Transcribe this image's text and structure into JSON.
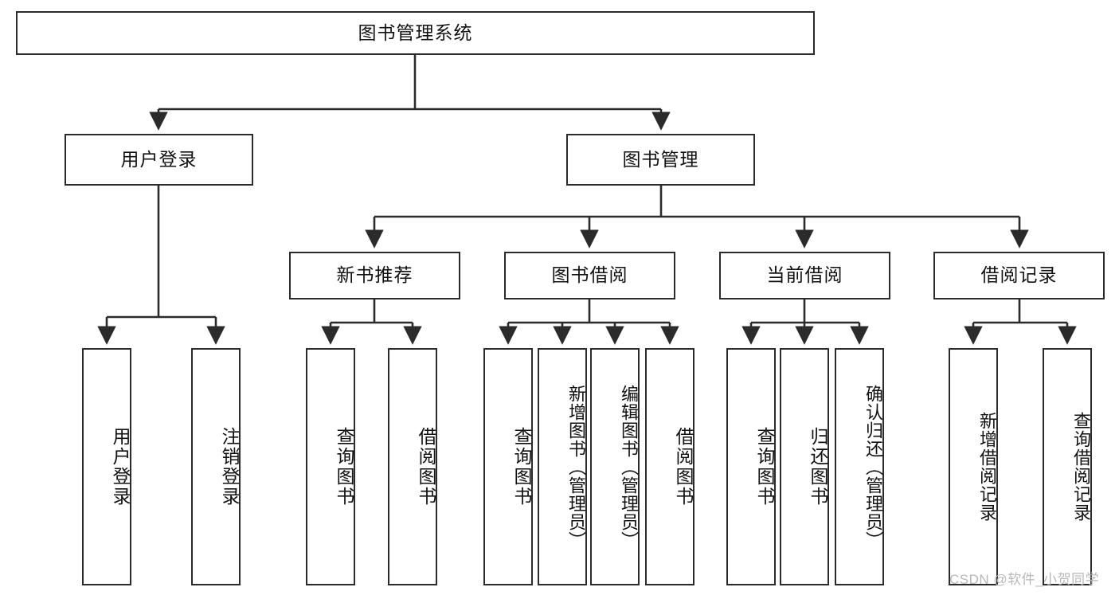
{
  "diagram": {
    "title": "图书管理系统",
    "style": {
      "box_border_color": "#2b2b2b",
      "box_fill": "#ffffff",
      "line_color": "#2b2b2b",
      "text_color": "#111111",
      "background": "#ffffff"
    },
    "levels": {
      "root": {
        "label": "图书管理系统"
      },
      "level2": [
        {
          "label": "用户登录"
        },
        {
          "label": "图书管理"
        }
      ],
      "level3": [
        {
          "label": "新书推荐"
        },
        {
          "label": "图书借阅"
        },
        {
          "label": "当前借阅"
        },
        {
          "label": "借阅记录"
        }
      ],
      "leaves": {
        "user_login": [
          {
            "label": "用户登录"
          },
          {
            "label": "注销登录"
          }
        ],
        "new_book_recommend": [
          {
            "label": "查询图书"
          },
          {
            "label": "借阅图书"
          }
        ],
        "book_borrow": [
          {
            "label": "查询图书"
          },
          {
            "label": "新增图书（管理员）"
          },
          {
            "label": "编辑图书（管理员）"
          },
          {
            "label": "借阅图书"
          }
        ],
        "current_borrow": [
          {
            "label": "查询图书"
          },
          {
            "label": "归还图书"
          },
          {
            "label": "确认归还（管理员）"
          }
        ],
        "borrow_record": [
          {
            "label": "新增借阅记录"
          },
          {
            "label": "查询借阅记录"
          }
        ]
      }
    }
  },
  "watermark": {
    "text": "CSDN @软件_小贺同学"
  }
}
